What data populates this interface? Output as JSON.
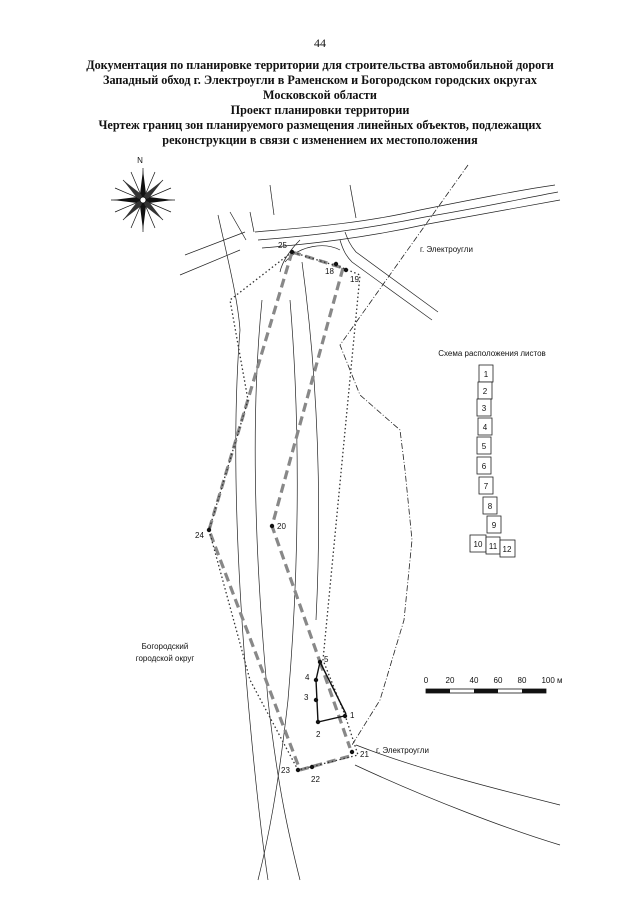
{
  "page_number": "44",
  "title_lines": [
    "Документация по планировке территории для строительства автомобильной дороги",
    "Западный обход г. Электроугли в Раменском и Богородском городских округах",
    "Московской области",
    "Проект планировки территории",
    "Чертеж границ зон планируемого размещения линейных объектов, подлежащих",
    "реконструкции в связи с изменением их местоположения"
  ],
  "compass": {
    "north_label": "N"
  },
  "place_labels": {
    "top_town": "г. Электроугли",
    "bottom_town": "г. Электроугли",
    "district_line1": "Богородский",
    "district_line2": "городской округ"
  },
  "points": {
    "p1": "1",
    "p2": "2",
    "p3": "3",
    "p4": "4",
    "p5": "5",
    "p18": "18",
    "p19": "19",
    "p20": "20",
    "p21": "21",
    "p22": "22",
    "p23": "23",
    "p24": "24",
    "p25": "25"
  },
  "sheet_scheme": {
    "title": "Схема расположения листов",
    "sheets": [
      "1",
      "2",
      "3",
      "4",
      "5",
      "6",
      "7",
      "8",
      "9",
      "10",
      "11",
      "12"
    ]
  },
  "scale_bar": {
    "ticks": [
      "0",
      "20",
      "40",
      "60",
      "80",
      "100 м"
    ]
  }
}
